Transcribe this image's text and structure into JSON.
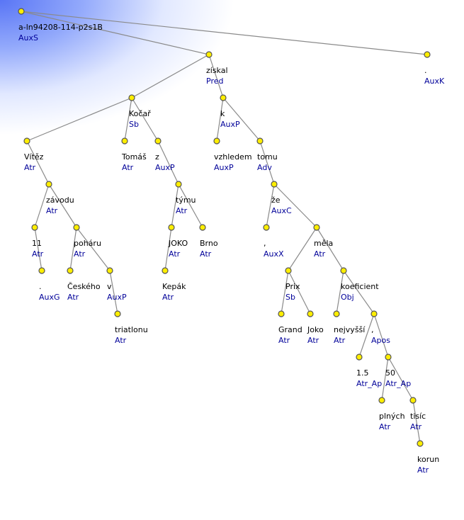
{
  "tree": {
    "nodes": [
      {
        "id": "root",
        "form": "a-ln94208-114-p2s1B",
        "func": "AuxS"
      },
      {
        "id": "ziskal",
        "form": "získal",
        "func": "Pred",
        "parent": "root"
      },
      {
        "id": "dot_k",
        "form": ".",
        "func": "AuxK",
        "parent": "root"
      },
      {
        "id": "kocar",
        "form": "Kočař",
        "func": "Sb",
        "parent": "ziskal"
      },
      {
        "id": "k",
        "form": "k",
        "func": "AuxP",
        "parent": "ziskal"
      },
      {
        "id": "vitez",
        "form": "Vítěz",
        "func": "Atr",
        "parent": "kocar"
      },
      {
        "id": "tomas",
        "form": "Tomáš",
        "func": "Atr",
        "parent": "kocar"
      },
      {
        "id": "z",
        "form": "z",
        "func": "AuxP",
        "parent": "kocar"
      },
      {
        "id": "zavodu",
        "form": "závodu",
        "func": "Atr",
        "parent": "vitez"
      },
      {
        "id": "n11",
        "form": "11",
        "func": "Atr",
        "parent": "zavodu"
      },
      {
        "id": "poharu",
        "form": "poháru",
        "func": "Atr",
        "parent": "zavodu"
      },
      {
        "id": "dot_g",
        "form": ".",
        "func": "AuxG",
        "parent": "n11"
      },
      {
        "id": "ceskeho",
        "form": "Českého",
        "func": "Atr",
        "parent": "poharu"
      },
      {
        "id": "v",
        "form": "v",
        "func": "AuxP",
        "parent": "poharu"
      },
      {
        "id": "triatlonu",
        "form": "triatlonu",
        "func": "Atr",
        "parent": "v"
      },
      {
        "id": "tymu",
        "form": "týmu",
        "func": "Atr",
        "parent": "z"
      },
      {
        "id": "joko1",
        "form": "JOKO",
        "func": "Atr",
        "parent": "tymu"
      },
      {
        "id": "brno",
        "form": "Brno",
        "func": "Atr",
        "parent": "tymu"
      },
      {
        "id": "kepak",
        "form": "Kepák",
        "func": "Atr",
        "parent": "joko1"
      },
      {
        "id": "vzhledem",
        "form": "vzhledem",
        "func": "AuxP",
        "parent": "k"
      },
      {
        "id": "tomu",
        "form": "tomu",
        "func": "Adv",
        "parent": "k"
      },
      {
        "id": "ze",
        "form": "že",
        "func": "AuxC",
        "parent": "tomu"
      },
      {
        "id": "comma_x",
        "form": ",",
        "func": "AuxX",
        "parent": "ze"
      },
      {
        "id": "mela",
        "form": "měla",
        "func": "Atr",
        "parent": "ze"
      },
      {
        "id": "prix",
        "form": "Prix",
        "func": "Sb",
        "parent": "mela"
      },
      {
        "id": "koeficient",
        "form": "koeficient",
        "func": "Obj",
        "parent": "mela"
      },
      {
        "id": "grand",
        "form": "Grand",
        "func": "Atr",
        "parent": "prix"
      },
      {
        "id": "joko2",
        "form": "Joko",
        "func": "Atr",
        "parent": "prix"
      },
      {
        "id": "nejvyssi",
        "form": "nejvyšší",
        "func": "Atr",
        "parent": "koeficient"
      },
      {
        "id": "comma_apos",
        "form": ",",
        "func": "Apos",
        "parent": "koeficient"
      },
      {
        "id": "n15",
        "form": "1.5",
        "func": "Atr_Ap",
        "parent": "comma_apos"
      },
      {
        "id": "n50",
        "form": "50",
        "func": "Atr_Ap",
        "parent": "comma_apos"
      },
      {
        "id": "plnych",
        "form": "plných",
        "func": "Atr",
        "parent": "n50"
      },
      {
        "id": "tisic",
        "form": "tisíc",
        "func": "Atr",
        "parent": "n50"
      },
      {
        "id": "korun",
        "form": "korun",
        "func": "Atr",
        "parent": "tisic"
      }
    ]
  }
}
